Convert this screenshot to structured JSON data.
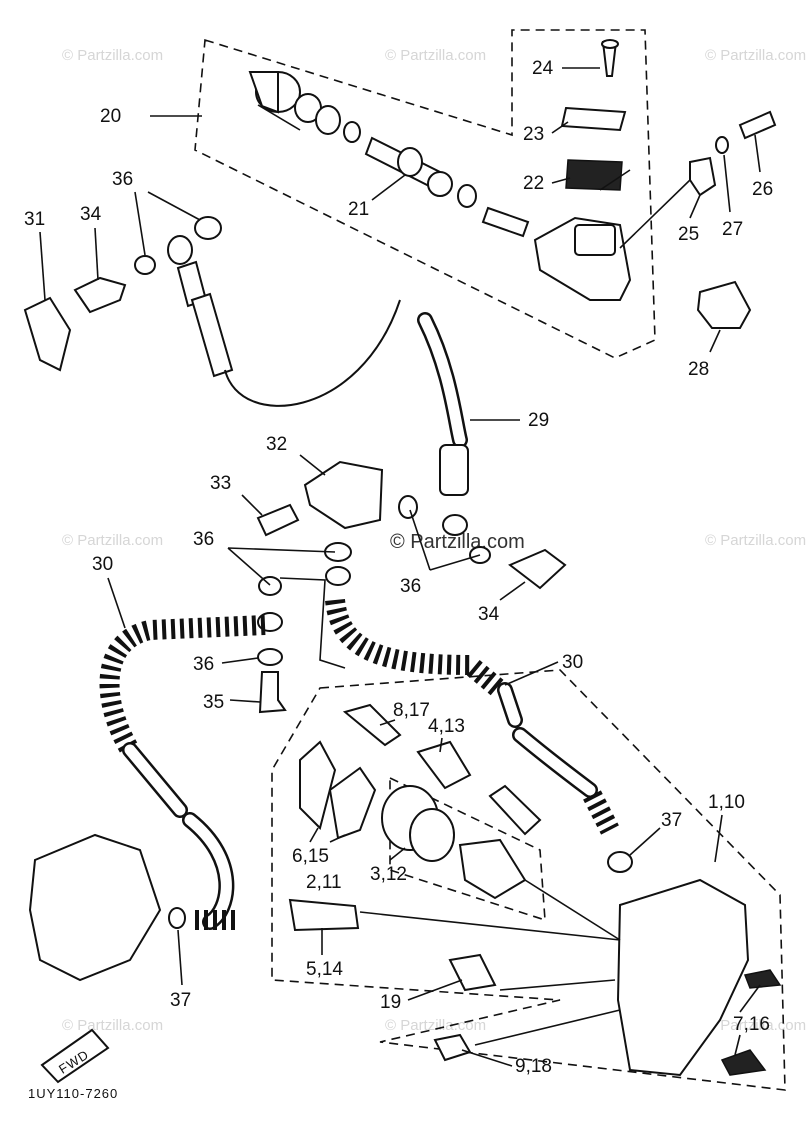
{
  "watermarks": {
    "corner_text": "© Partzilla.com",
    "center_text": "© Partzilla.com"
  },
  "diagram_code": "1UY110-7260",
  "fwd_badge": "FWD",
  "callouts": {
    "c20": "20",
    "c24": "24",
    "c23": "23",
    "c22": "22",
    "c26": "26",
    "c27": "27",
    "c25": "25",
    "c21": "21",
    "c36a": "36",
    "c31": "31",
    "c34a": "34",
    "c28": "28",
    "c29": "29",
    "c32": "32",
    "c33": "33",
    "c36b": "36",
    "c36c": "36",
    "c34b": "34",
    "c30a": "30",
    "c36d": "36",
    "c35": "35",
    "c30b": "30",
    "c8_17": "8,17",
    "c4_13": "4,13",
    "c37a": "37",
    "c1_10": "1,10",
    "c6_15": "6,15",
    "c2_11": "2,11",
    "c3_12": "3,12",
    "c5_14": "5,14",
    "c37b": "37",
    "c19": "19",
    "c7_16": "7,16",
    "c9_18": "9,18"
  }
}
